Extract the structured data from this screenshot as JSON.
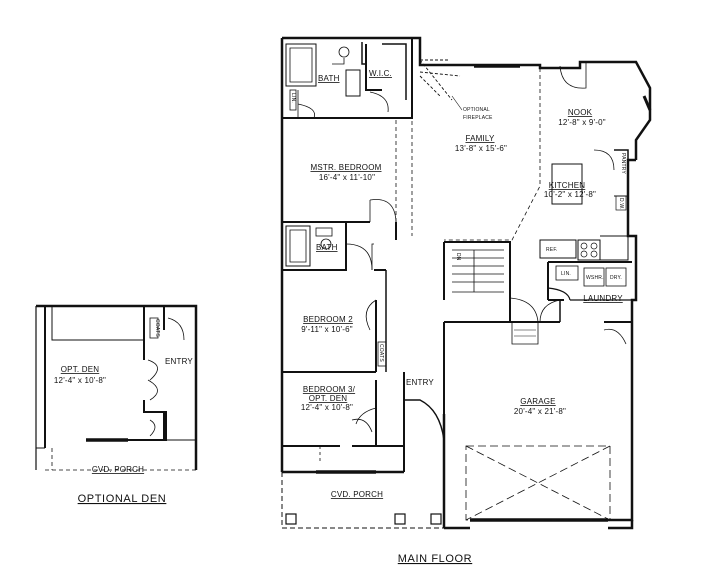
{
  "main_plan": {
    "title": "MAIN FLOOR",
    "rooms": {
      "bath_master": "BATH",
      "wic": "W.I.C.",
      "lin_master": "LIN.",
      "master_bedroom_name": "MSTR. BEDROOM",
      "master_bedroom_size": "16'-4\" x 11'-10\"",
      "bath_hall": "BATH",
      "bedroom2_name": "BEDROOM 2",
      "bedroom2_size": "9'-11\" x 10'-6\"",
      "coats_bed2": "COATS",
      "bedroom3_name_line1": "BEDROOM 3/",
      "bedroom3_name_line2": "OPT. DEN",
      "bedroom3_size": "12'-4\" x 10'-8\"",
      "entry": "ENTRY",
      "porch": "CVD. PORCH",
      "fireplace_line1": "OPTIONAL",
      "fireplace_line2": "FIREPLACE",
      "family_name": "FAMILY",
      "family_size": "13'-8\" x 15'-6\"",
      "nook_name": "NOOK",
      "nook_size": "12'-8\" x 9'-0\"",
      "kitchen_name": "KITCHEN",
      "kitchen_size": "10'-2\" x 12'-8\"",
      "pantry": "PANTRY",
      "dw": "D.W.",
      "ref": "REF.",
      "lin_laundry": "LIN.",
      "washer": "WSHR.",
      "dryer": "DRY.",
      "laundry": "LAUNDRY",
      "garage_name": "GARAGE",
      "garage_size": "20'-4\" x 21'-8\"",
      "stair_dn": "DN"
    }
  },
  "den_plan": {
    "title": "OPTIONAL DEN",
    "rooms": {
      "coats": "COATS",
      "entry": "ENTRY",
      "den_name": "OPT. DEN",
      "den_size": "12'-4\" x 10'-8\"",
      "porch": "CVD. PORCH"
    }
  }
}
